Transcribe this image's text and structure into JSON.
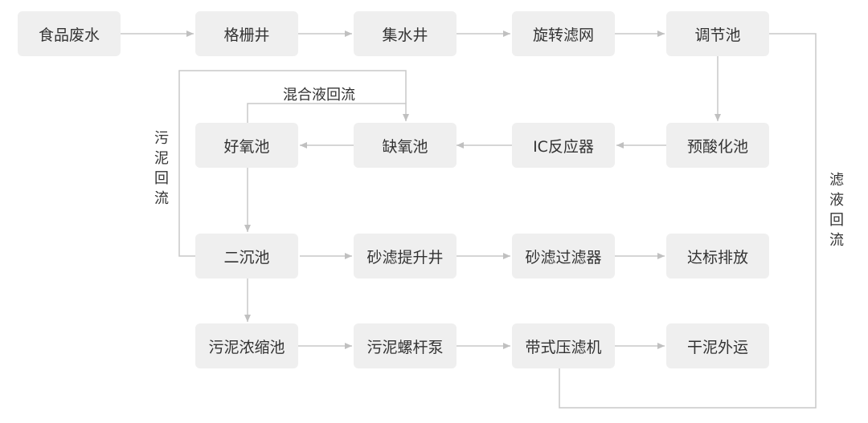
{
  "nodes": {
    "food_wastewater": "食品废水",
    "grille_well": "格栅井",
    "collection_well": "集水井",
    "rotary_screen": "旋转滤网",
    "regulating_tank": "调节池",
    "aerobic_tank": "好氧池",
    "anoxic_tank": "缺氧池",
    "ic_reactor": "IC反应器",
    "preacidification_tank": "预酸化池",
    "secondary_sedimentation": "二沉池",
    "sand_filter_lift_well": "砂滤提升井",
    "sand_filter": "砂滤过滤器",
    "compliant_discharge": "达标排放",
    "sludge_thickener": "污泥浓缩池",
    "sludge_screw_pump": "污泥螺杆泵",
    "belt_filter_press": "带式压滤机",
    "dry_sludge_transport": "干泥外运"
  },
  "labels": {
    "mixed_liquor_return": "混合液回流",
    "sludge_return": "污泥回流",
    "filtrate_return": "滤液回流"
  },
  "colors": {
    "node_bg": "#efefef",
    "line": "#c8c8c8",
    "text": "#333333"
  }
}
